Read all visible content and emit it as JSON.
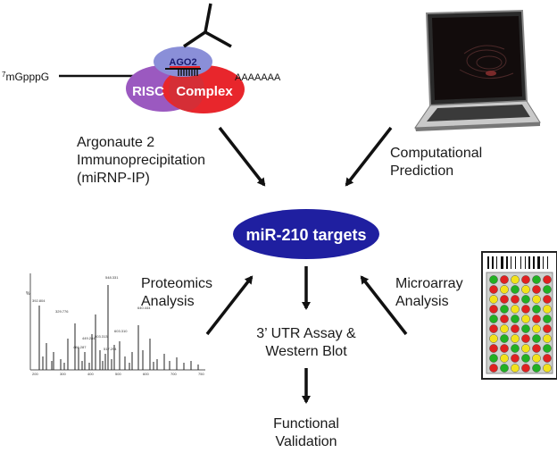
{
  "risc": {
    "cap_label": "7mGpppG",
    "cap_superscript": "7",
    "cap_rest": "mGpppG",
    "polya_label": "AAAAAAA",
    "ago2_label": "AGO2",
    "risc_word": "RISC",
    "complex_word": "Complex",
    "colors": {
      "ago2": "#8a8fd8",
      "risc_left": "#9b59c0",
      "risc_right": "#e8262c"
    }
  },
  "methods": {
    "argonaute": [
      "Argonaute 2",
      "Immunoprecipitation",
      "(miRNP-IP)"
    ],
    "computational": [
      "Computational",
      "Prediction"
    ],
    "proteomics": [
      "Proteomics",
      "Analysis"
    ],
    "microarray": [
      "Microarray",
      "Analysis"
    ]
  },
  "center": {
    "label": "miR-210 targets",
    "color": "#1f1fa0"
  },
  "validation": {
    "utr": [
      "3’ UTR Assay &",
      "Western Blot"
    ],
    "functional": [
      "Functional",
      "Validation"
    ]
  },
  "spectrum": {
    "peak_labels": [
      "392.804",
      "548.331",
      "329.776",
      "449.284",
      "466.287",
      "503.313",
      "517.294",
      "603.310",
      "640.444"
    ],
    "y_label": "%",
    "x_ticks": [
      "200",
      "300",
      "400",
      "500",
      "600",
      "700",
      "750"
    ]
  },
  "microarray_grid": {
    "colors": {
      "red": "#e02020",
      "green": "#22b022",
      "yellow": "#f2e21b"
    },
    "rows": [
      [
        "g",
        "r",
        "y",
        "r",
        "g",
        "r"
      ],
      [
        "r",
        "y",
        "g",
        "y",
        "r",
        "g"
      ],
      [
        "y",
        "r",
        "r",
        "g",
        "y",
        "r"
      ],
      [
        "r",
        "g",
        "y",
        "r",
        "g",
        "y"
      ],
      [
        "g",
        "r",
        "g",
        "y",
        "r",
        "g"
      ],
      [
        "r",
        "y",
        "r",
        "g",
        "y",
        "r"
      ],
      [
        "y",
        "g",
        "y",
        "r",
        "g",
        "y"
      ],
      [
        "r",
        "r",
        "g",
        "y",
        "r",
        "g"
      ],
      [
        "g",
        "y",
        "r",
        "g",
        "y",
        "r"
      ],
      [
        "r",
        "g",
        "y",
        "r",
        "g",
        "y"
      ]
    ]
  }
}
